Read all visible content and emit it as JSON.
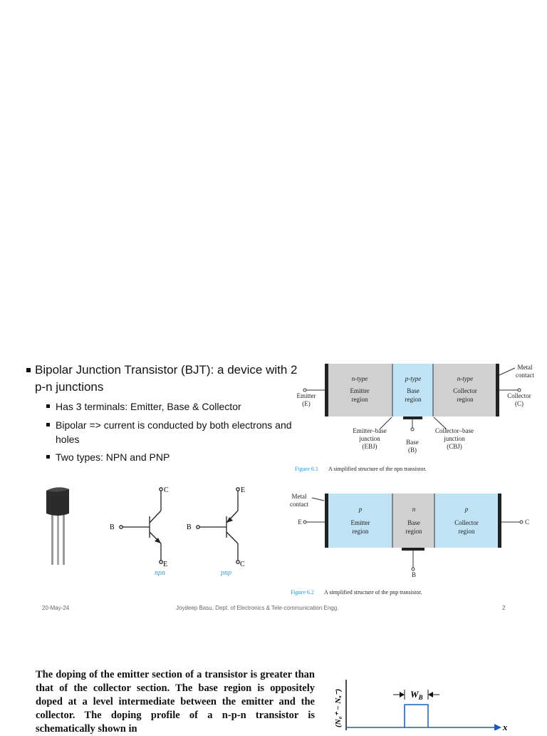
{
  "bullets": {
    "main": "Bipolar Junction Transistor (BJT): a device with 2 p-n junctions",
    "sub": [
      "Has 3 terminals: Emitter, Base & Collector",
      "Bipolar => current is conducted by both electrons and holes",
      "Two types: NPN and PNP"
    ]
  },
  "symbols": {
    "npn": {
      "c": "C",
      "b": "B",
      "e": "E",
      "caption": "npn"
    },
    "pnp": {
      "e": "E",
      "b": "B",
      "c": "C",
      "caption": "pnp"
    }
  },
  "fig1": {
    "left_type": "n-type",
    "left_region": [
      "Emitter",
      "region"
    ],
    "mid_type": "p-type",
    "mid_region": [
      "Base",
      "region"
    ],
    "right_type": "n-type",
    "right_region": [
      "Collector",
      "region"
    ],
    "emitter": [
      "Emitter",
      "(E)"
    ],
    "collector": [
      "Collector",
      "(C)"
    ],
    "metal": [
      "Metal",
      "contact"
    ],
    "ebj": [
      "Emitter–base",
      "junction",
      "(EBJ)"
    ],
    "base": [
      "Base",
      "(B)"
    ],
    "cbj": [
      "Collector–base",
      "junction",
      "(CBJ)"
    ],
    "caption_label": "Figure 6.1",
    "caption_text": "A simplified structure of the npn transistor."
  },
  "fig2": {
    "metal": [
      "Metal",
      "contact"
    ],
    "e_label": "E",
    "c_label": "C",
    "b_label": "B",
    "left_type": "p",
    "left_region": [
      "Emitter",
      "region"
    ],
    "mid_type": "n",
    "mid_region": [
      "Base",
      "region"
    ],
    "right_type": "p",
    "right_region": [
      "Collector",
      "region"
    ],
    "caption_label": "Figure 6.2",
    "caption_text": "A simplified structure of the pnp transistor."
  },
  "footer": {
    "date": "20-May-24",
    "author": "Joydeep Basu, Dept. of Electronics & Tele-communication Engg.",
    "page": "2"
  },
  "doping": {
    "paragraph": "The doping of the emitter section of a transistor is greater than that of the collector section. The base region is oppositely doped at a level intermediate between the emitter and the collector. The doping profile of a n-p-n transistor is schematically shown in",
    "ylabel": "(N₀⁺ − Nₐ⁻)",
    "wb": "W",
    "wb_sub": "B",
    "x": "x"
  },
  "colors": {
    "n_region": "#d0d0d0",
    "p_region": "#bfe3f5",
    "caption_blue": "#1a9ad6",
    "metal": "#222222"
  }
}
